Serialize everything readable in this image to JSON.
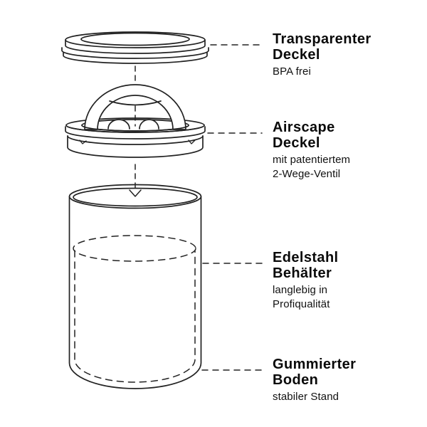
{
  "colors": {
    "background": "#ffffff",
    "line": "#222222",
    "text": "#000000"
  },
  "labels": [
    {
      "target": "transparent-lid",
      "title": [
        "Transparenter",
        "Deckel"
      ],
      "subtitle": [
        "BPA frei"
      ]
    },
    {
      "target": "airscape-lid",
      "title": [
        "Airscape",
        "Deckel"
      ],
      "subtitle": [
        "mit patentiertem",
        "2-Wege-Ventil"
      ]
    },
    {
      "target": "stainless-steel-container",
      "title": [
        "Edelstahl",
        "Behälter"
      ],
      "subtitle": [
        "langlebig in",
        "Profiqualität"
      ]
    },
    {
      "target": "rubberized-base",
      "title": [
        "Gummierter",
        "Boden"
      ],
      "subtitle": [
        "stabiler Stand"
      ]
    }
  ]
}
